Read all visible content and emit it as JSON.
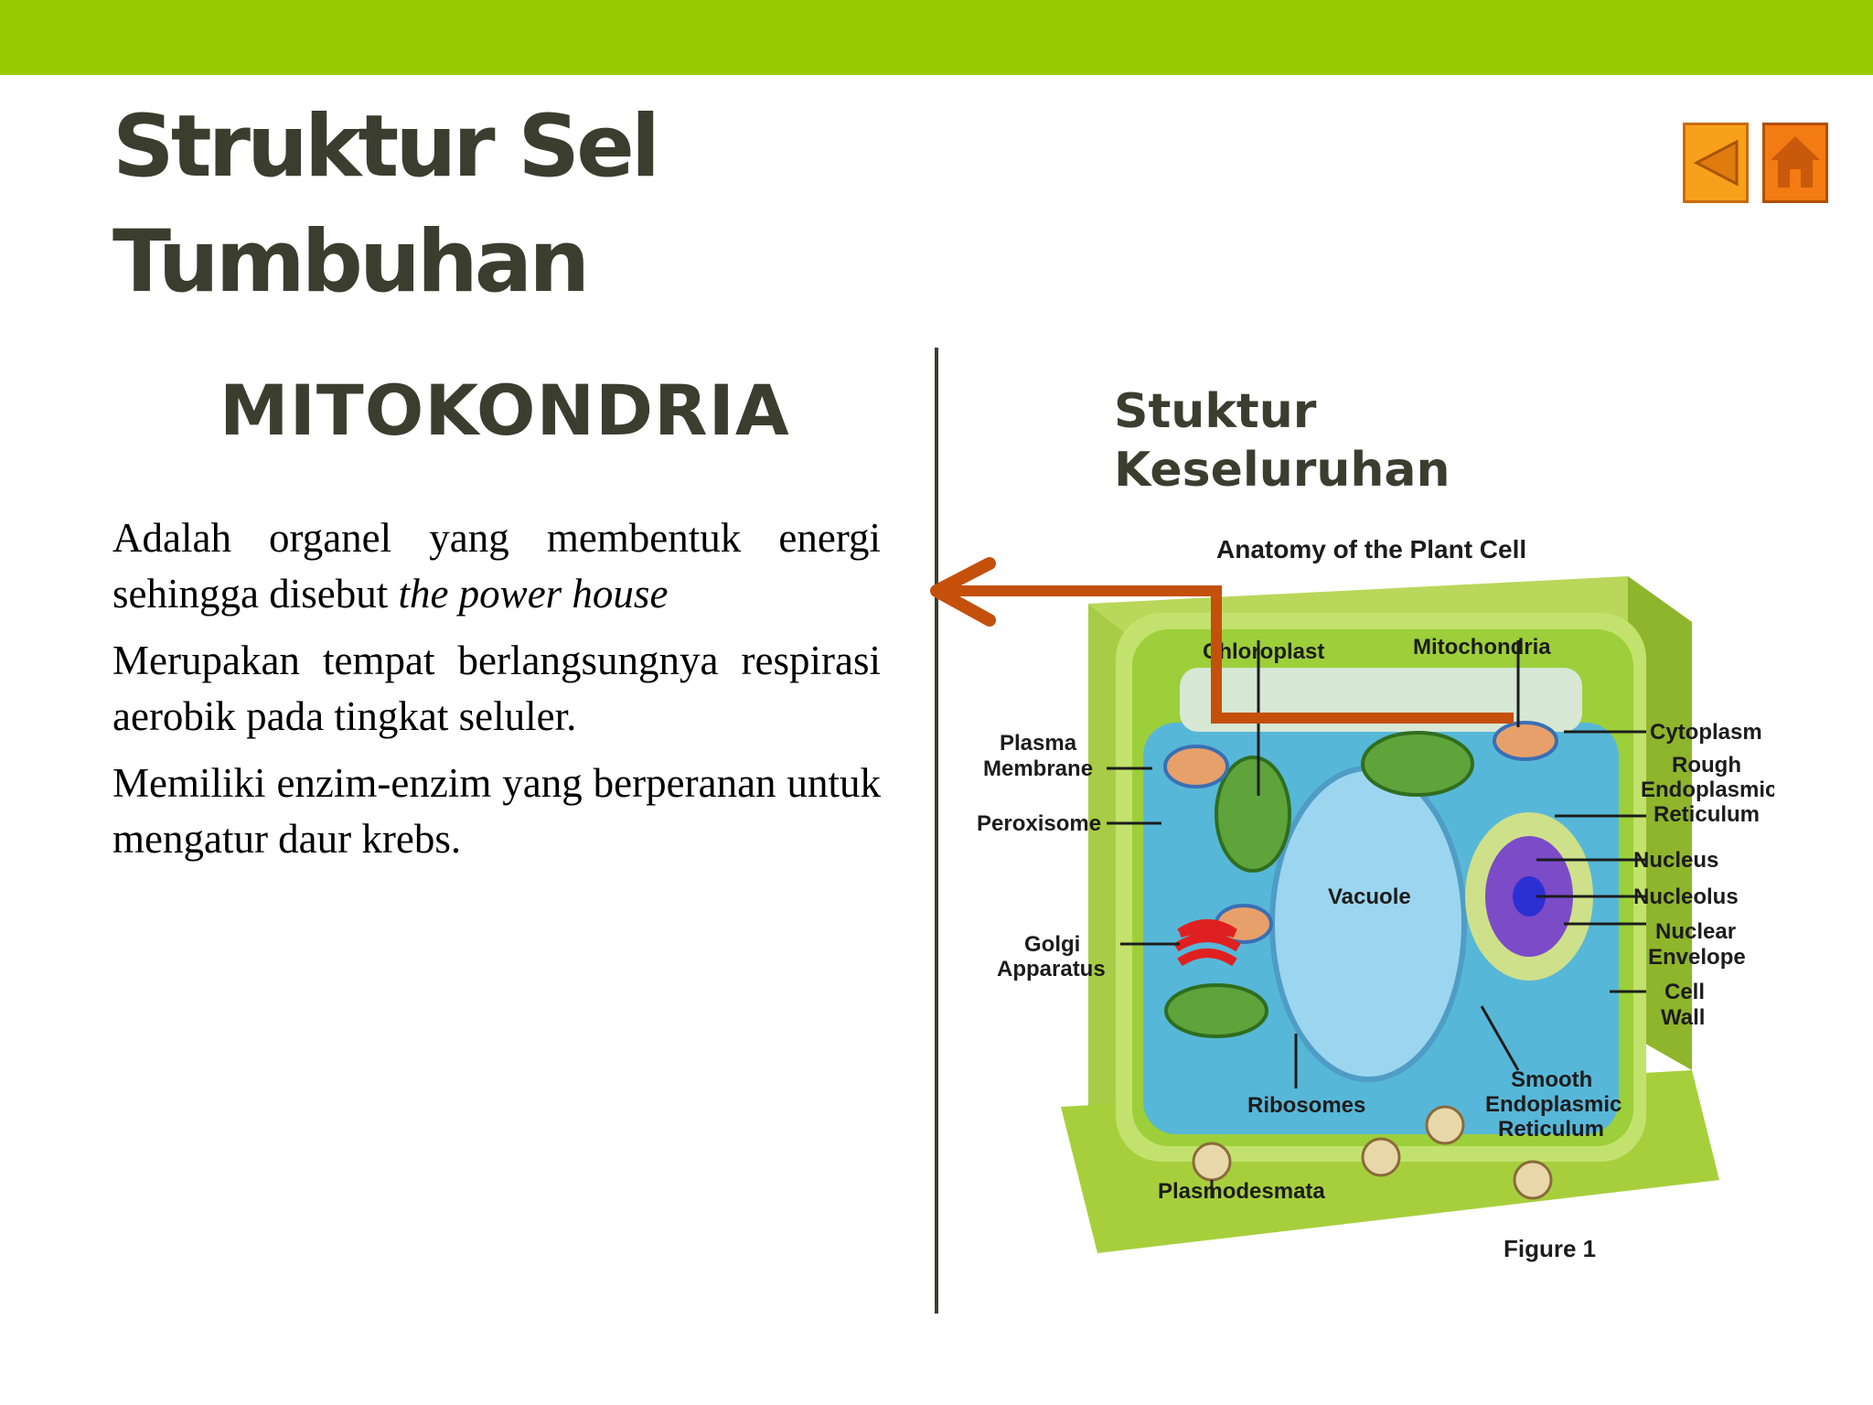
{
  "slide": {
    "title_line1": "Struktur Sel",
    "title_line2": "Tumbuhan",
    "left_heading": "MITOKONDRIA",
    "right_heading": "Stuktur Keseluruhan",
    "paragraphs": [
      {
        "text": "Adalah organel yang membentuk energi sehingga disebut ",
        "italic": "the power house"
      },
      {
        "text": "Merupakan tempat berlangsungnya respirasi aerobik pada tingkat seluler."
      },
      {
        "text": "Memiliki enzim-enzim yang berperanan untuk mengatur daur krebs."
      }
    ]
  },
  "nav": {
    "back_icon": "triangle-left-icon",
    "home_icon": "house-icon"
  },
  "figure": {
    "title": "Anatomy of the Plant Cell",
    "caption": "Figure 1",
    "labels": {
      "chloroplast": "Chloroplast",
      "mitochondria": "Mitochondria",
      "cytoplasm": "Cytoplasm",
      "plasma_membrane_1": "Plasma",
      "plasma_membrane_2": "Membrane",
      "rough_er_1": "Rough",
      "rough_er_2": "Endoplasmic",
      "rough_er_3": "Reticulum",
      "peroxisome": "Peroxisome",
      "nucleus": "Nucleus",
      "nucleolus": "Nucleolus",
      "vacuole": "Vacuole",
      "nuclear_env_1": "Nuclear",
      "nuclear_env_2": "Envelope",
      "golgi_1": "Golgi",
      "golgi_2": "Apparatus",
      "cell_wall_1": "Cell",
      "cell_wall_2": "Wall",
      "smooth_er_1": "Smooth",
      "smooth_er_2": "Endoplasmic",
      "smooth_er_3": "Reticulum",
      "ribosomes": "Ribosomes",
      "plasmodesmata": "Plasmodesmata"
    }
  },
  "colors": {
    "accent_bar": "#98c800",
    "heading": "#3b3d2f",
    "arrow": "#c4500b",
    "back_button": "#f9a01b",
    "home_button": "#f47a12"
  }
}
